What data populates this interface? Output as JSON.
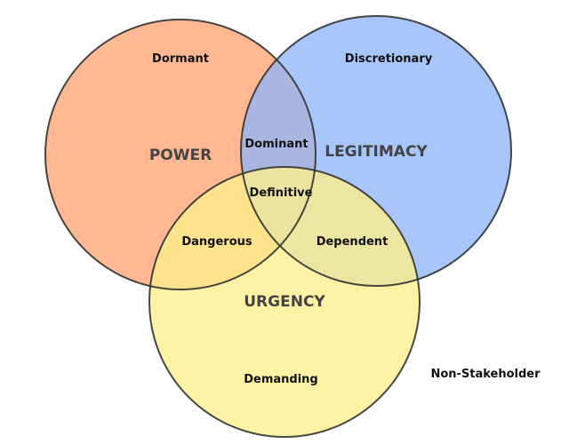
{
  "diagram": {
    "type": "venn",
    "sets": [
      {
        "id": "power",
        "label": "POWER",
        "color": "#FFB48C",
        "region_label": "Dormant"
      },
      {
        "id": "legitimacy",
        "label": "LEGITIMACY",
        "color": "#8FB6F7",
        "region_label": "Discretionary"
      },
      {
        "id": "urgency",
        "label": "URGENCY",
        "color": "#FEF08A",
        "region_label": "Demanding"
      }
    ],
    "intersections": {
      "power_legitimacy": "Dominant",
      "power_urgency": "Dangerous",
      "legitimacy_urgency": "Dependent",
      "all": "Definitive"
    },
    "outside_label": "Non-Stakeholder",
    "stroke_color": "#333333"
  }
}
